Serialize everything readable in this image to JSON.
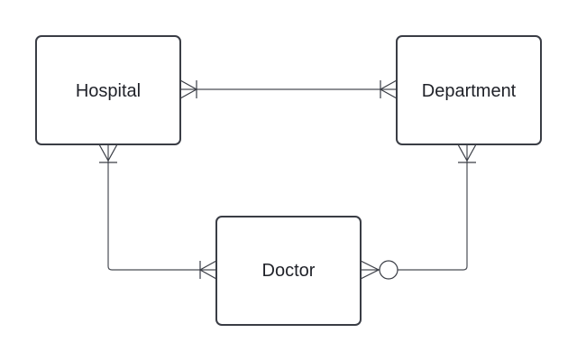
{
  "entities": {
    "hospital": {
      "label": "Hospital"
    },
    "department": {
      "label": "Department"
    },
    "doctor": {
      "label": "Doctor"
    }
  },
  "relationships": [
    {
      "from": "hospital",
      "to": "department",
      "from_end": "one-or-many",
      "to_end": "one-or-many"
    },
    {
      "from": "hospital",
      "to": "doctor",
      "from_end": "one-or-many",
      "to_end": "one-or-many"
    },
    {
      "from": "department",
      "to": "doctor",
      "from_end": "one-or-many",
      "to_end": "zero-or-many"
    }
  ],
  "colors": {
    "stroke": "#3a3d45",
    "text": "#1f2128",
    "background": "#ffffff"
  }
}
